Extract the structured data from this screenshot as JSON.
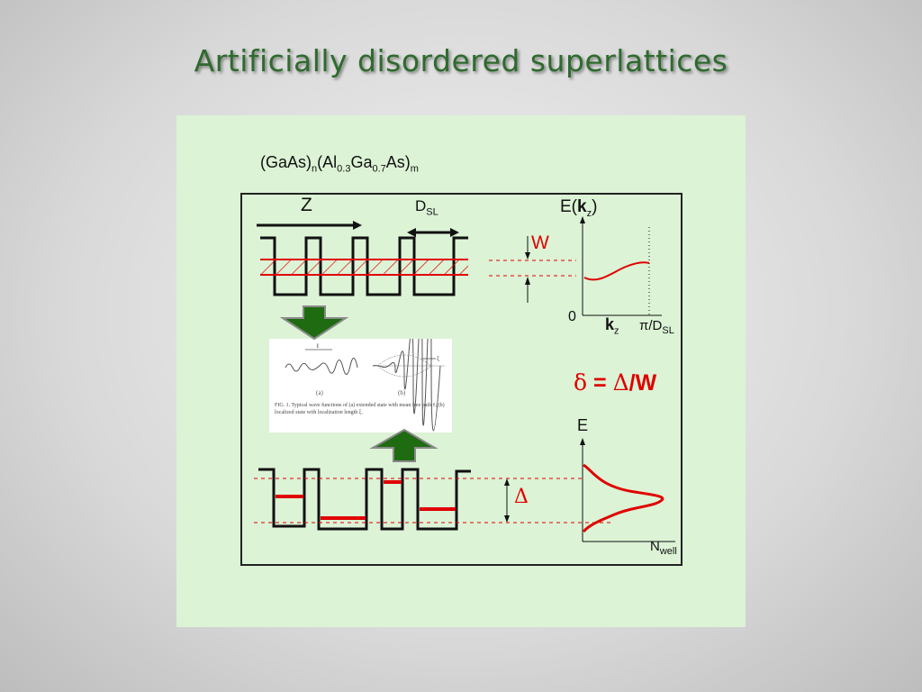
{
  "slide": {
    "title": "Artificially disordered superlattices"
  },
  "diagram": {
    "formula": {
      "gaas": "(GaAs)",
      "n": "n",
      "al": "(Al",
      "x1": "0.3",
      "ga": "Ga",
      "x2": "0.7",
      "as": "As)",
      "m": "m"
    },
    "z_label": "Z",
    "dsl": {
      "main": "D",
      "sub": "SL"
    },
    "w_label": "W",
    "dispersion": {
      "e": "E(",
      "k": "k",
      "ksub": "z",
      "close": ")",
      "zero": "0",
      "kx": "k",
      "kxsub": "z",
      "pi": "π/D",
      "pisub": "SL"
    },
    "delta_eq": {
      "delta": "δ",
      "eq": " = ",
      "Delta": "Δ",
      "slash": "/W"
    },
    "delta_label": "Δ",
    "dos": {
      "e": "E",
      "n": "N",
      "nsub": "well"
    },
    "inset": {
      "a_label": "(a)",
      "b_label": "(b)",
      "l_label": "ℓ",
      "xi_label": "ξ",
      "caption": "FIG. 1. Typical wave functions of (a) extended state with mean free path ℓ; (b) localized state with localization length ξ."
    },
    "colors": {
      "title": "#2e6b2e",
      "panel": "#dcf3d6",
      "red": "#e00000",
      "arrow_green": "#1f6b12"
    }
  }
}
